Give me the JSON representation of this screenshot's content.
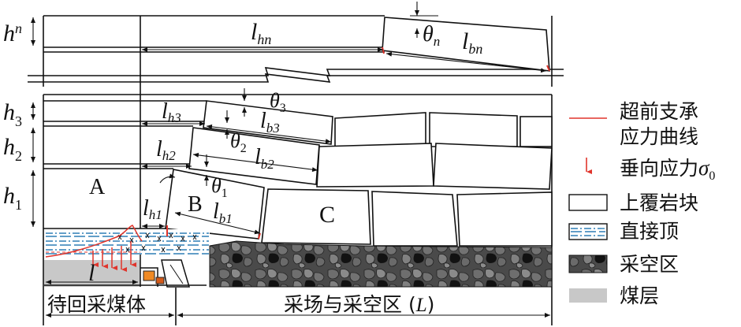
{
  "labels": {
    "hn": "h",
    "hn_sub": "n",
    "h3": "h",
    "h3_sub": "3",
    "h2": "h",
    "h2_sub": "2",
    "h1": "h",
    "h1_sub": "1",
    "lhn": "l",
    "lhn_sub": "hn",
    "lh3": "l",
    "lh3_sub": "h3",
    "lh2": "l",
    "lh2_sub": "h2",
    "lh1": "l",
    "lh1_sub": "h1",
    "thetan": "θ",
    "thetan_sub": "n",
    "theta3": "θ",
    "theta3_sub": "3",
    "theta2": "θ",
    "theta2_sub": "2",
    "theta1": "θ",
    "theta1_sub": "1",
    "lbn": "l",
    "lbn_sub": "bn",
    "lb3": "l",
    "lb3_sub": "b3",
    "lb2": "l",
    "lb2_sub": "b2",
    "lb1": "l",
    "lb1_sub": "b1",
    "zone_a": "A",
    "zone_b": "B",
    "zone_c": "C",
    "l": "l",
    "coal_body": "待回采煤体",
    "goaf_span": "采场与采空区 (",
    "goaf_span_l": "L",
    "goaf_span_end": ")"
  },
  "legend": {
    "abutment_line1": "超前支承",
    "abutment_line2": "应力曲线",
    "vertical_stress": "垂向应力",
    "sigma": "σ",
    "sigma_sub": "0",
    "overburden": "上覆岩块",
    "immediate_roof": "直接顶",
    "goaf": "采空区",
    "coal_seam": "煤层"
  },
  "colors": {
    "stress_curve": "#e0342b",
    "immediate_roof_line": "#2f7fb5",
    "goaf": "#3a3a3a",
    "coal_seam": "#c8c8c8"
  }
}
